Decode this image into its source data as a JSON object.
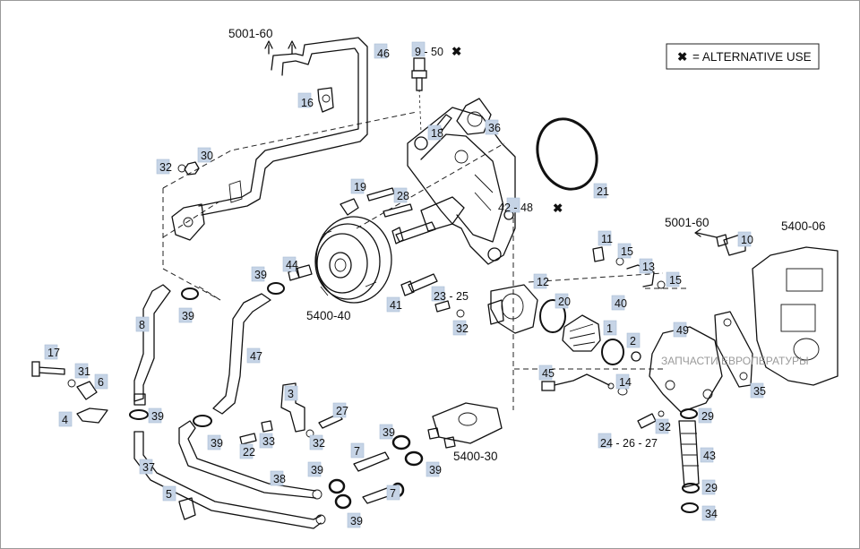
{
  "legend": {
    "symbol": "✖",
    "text": "= ALTERNATIVE USE"
  },
  "assemblies": [
    {
      "id": "a1",
      "text": "5001-60"
    },
    {
      "id": "a2",
      "text": "5001-60"
    },
    {
      "id": "a3",
      "text": "5400-06"
    },
    {
      "id": "a4",
      "text": "5400-40"
    },
    {
      "id": "a5",
      "text": "5400-30"
    }
  ],
  "refs": [
    {
      "id": "r46",
      "text": "46"
    },
    {
      "id": "r16",
      "text": "16"
    },
    {
      "id": "r9-50",
      "text": "9 - 50"
    },
    {
      "id": "r36",
      "text": "36"
    },
    {
      "id": "r18",
      "text": "18"
    },
    {
      "id": "r21",
      "text": "21"
    },
    {
      "id": "r32a",
      "text": "32"
    },
    {
      "id": "r30",
      "text": "30"
    },
    {
      "id": "r19",
      "text": "19"
    },
    {
      "id": "r28",
      "text": "28"
    },
    {
      "id": "r42-48",
      "text": "42 - 48"
    },
    {
      "id": "r10",
      "text": "10"
    },
    {
      "id": "r11",
      "text": "11"
    },
    {
      "id": "r15a",
      "text": "15"
    },
    {
      "id": "r13",
      "text": "13"
    },
    {
      "id": "r15b",
      "text": "15"
    },
    {
      "id": "r39a",
      "text": "39"
    },
    {
      "id": "r44",
      "text": "44"
    },
    {
      "id": "r39b",
      "text": "39"
    },
    {
      "id": "r8",
      "text": "8"
    },
    {
      "id": "r41",
      "text": "41"
    },
    {
      "id": "r23-25",
      "text": "23 - 25"
    },
    {
      "id": "r32b",
      "text": "32"
    },
    {
      "id": "r12",
      "text": "12"
    },
    {
      "id": "r20",
      "text": "20"
    },
    {
      "id": "r40",
      "text": "40"
    },
    {
      "id": "r1",
      "text": "1"
    },
    {
      "id": "r2",
      "text": "2"
    },
    {
      "id": "r49",
      "text": "49"
    },
    {
      "id": "r17",
      "text": "17"
    },
    {
      "id": "r47",
      "text": "47"
    },
    {
      "id": "r31",
      "text": "31"
    },
    {
      "id": "r6",
      "text": "6"
    },
    {
      "id": "r4",
      "text": "4"
    },
    {
      "id": "r39c",
      "text": "39"
    },
    {
      "id": "r3",
      "text": "3"
    },
    {
      "id": "r27a",
      "text": "27"
    },
    {
      "id": "r45",
      "text": "45"
    },
    {
      "id": "r14",
      "text": "14"
    },
    {
      "id": "r35",
      "text": "35"
    },
    {
      "id": "r29a",
      "text": "29"
    },
    {
      "id": "r39d",
      "text": "39"
    },
    {
      "id": "r33",
      "text": "33"
    },
    {
      "id": "r32c",
      "text": "32"
    },
    {
      "id": "r22",
      "text": "22"
    },
    {
      "id": "r39e",
      "text": "39"
    },
    {
      "id": "r7a",
      "text": "7"
    },
    {
      "id": "r39f",
      "text": "39"
    },
    {
      "id": "r24-27",
      "text": "24 - 26 - 27"
    },
    {
      "id": "r32d",
      "text": "32"
    },
    {
      "id": "r43",
      "text": "43"
    },
    {
      "id": "r37",
      "text": "37"
    },
    {
      "id": "r38",
      "text": "38"
    },
    {
      "id": "r39g",
      "text": "39"
    },
    {
      "id": "r7b",
      "text": "7"
    },
    {
      "id": "r29b",
      "text": "29"
    },
    {
      "id": "r5",
      "text": "5"
    },
    {
      "id": "r39h",
      "text": "39"
    },
    {
      "id": "r34",
      "text": "34"
    }
  ],
  "alt_marks": [
    {
      "id": "x1",
      "symbol": "✖"
    },
    {
      "id": "x2",
      "symbol": "✖"
    }
  ],
  "watermark": "ЗАПЧАСТИ ЕВРОПЕРАТУРЫ",
  "colors": {
    "tag": "#c6d4e6",
    "line": "#111111"
  }
}
